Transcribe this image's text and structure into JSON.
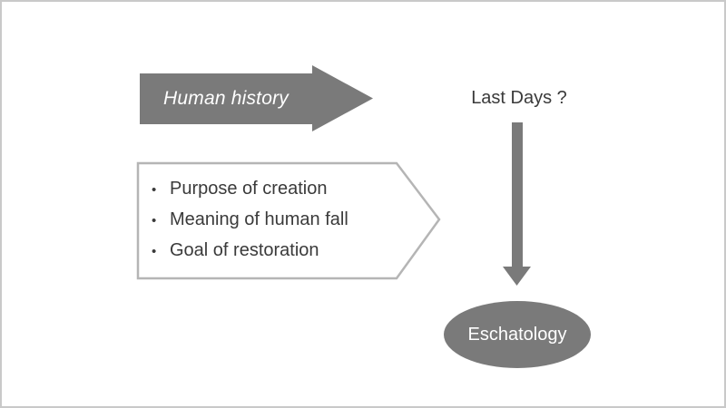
{
  "slide": {
    "background": "#ffffff",
    "border_color": "#c9c9c9",
    "shape_gray": "#7a7a7a",
    "outline_gray": "#b5b5b5",
    "text_dark": "#3a3a3a",
    "text_light": "#ffffff"
  },
  "history_arrow": {
    "label": "Human history"
  },
  "last_days": {
    "label": "Last Days ?"
  },
  "topics_box": {
    "bullet_char": "•",
    "items": [
      "Purpose of creation",
      "Meaning of human fall",
      "Goal of restoration"
    ]
  },
  "eschatology": {
    "label": "Eschatology"
  }
}
